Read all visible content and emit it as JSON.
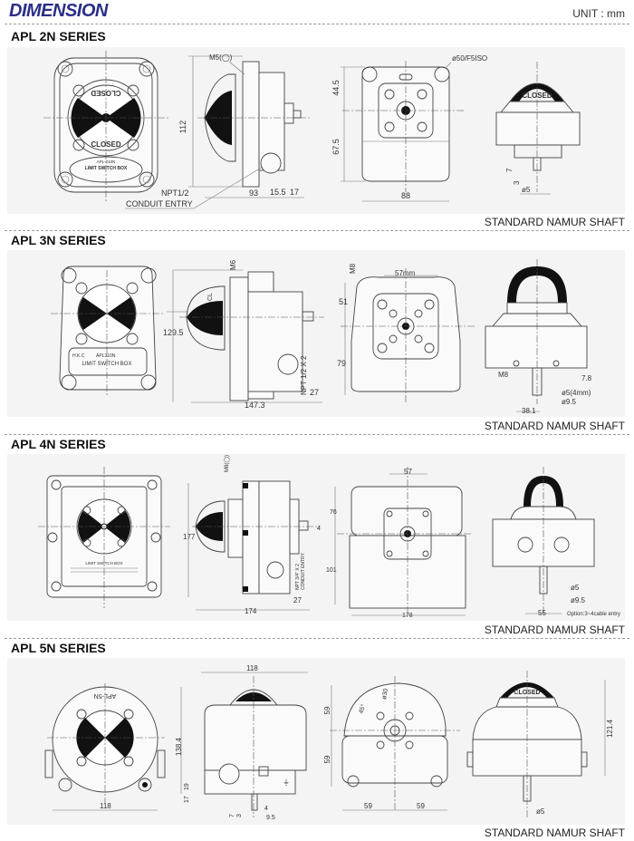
{
  "header": {
    "title": "DIMENSION",
    "unit": "UNIT : mm"
  },
  "sections": [
    {
      "id": "apl-2n",
      "title": "APL 2N SERIES",
      "footer": "STANDARD NAMUR SHAFT",
      "labels": {
        "m5": "M5(◯)",
        "h112": "112",
        "npt": "NPT1/2",
        "conduit": "CONDUIT ENTRY",
        "w93": "93",
        "w155": "15.5",
        "w17": "17",
        "iso": "ø50/F5ISO",
        "h445": "44.5",
        "h675": "67.5",
        "w88": "88",
        "closed": "CLOSED",
        "d7": "7",
        "d3": "3",
        "phi5": "ø5",
        "plate_model": "APL-210N",
        "plate_title": "LIMIT SWITCH BOX"
      }
    },
    {
      "id": "apl-3n",
      "title": "APL 3N SERIES",
      "footer": "STANDARD NAMUR SHAFT",
      "labels": {
        "m6": "M6",
        "h1295": "129.5",
        "npt": "NPT 1/2 X 2",
        "w27": "27",
        "w1473": "147.3",
        "m8a": "M8",
        "w57": "57mm",
        "h51": "51",
        "h79": "79",
        "m8b": "M8",
        "w78": "7.8",
        "phi5": "ø5(4mm)",
        "phi95": "ø9.5",
        "w381": "38.1",
        "plate_brand": "H.K.C",
        "plate_model": "APL310N",
        "plate_title": "LIMIT SWITCH BOX"
      }
    },
    {
      "id": "apl-4n",
      "title": "APL 4N SERIES",
      "footer": "STANDARD NAMUR SHAFT",
      "labels": {
        "m8": "M8(◯)",
        "h177": "177",
        "d4": "4",
        "npt": "NPT 3/4\" X 2",
        "conduit": "CONDUIT ENTRY",
        "w27": "27",
        "w174": "174",
        "w57": "57",
        "h76": "76",
        "h101": "101",
        "w178": "178",
        "phi5": "ø5",
        "phi95": "ø9.5",
        "w55": "55",
        "option": "Option:3~4cable entry",
        "plate_title": "LIMIT SWITCH BOX"
      }
    },
    {
      "id": "apl-5n",
      "title": "APL 5N SERIES",
      "footer": "STANDARD NAMUR SHAFT",
      "labels": {
        "model": "APL-5N",
        "closed": "CLOSED",
        "w118a": "118",
        "w118b": "118",
        "h1384": "138.4",
        "d19": "19",
        "d17": "17",
        "d7": "7",
        "d3": "3",
        "d4": "4",
        "d95": "9.5",
        "h59a": "59",
        "h59b": "59",
        "w59a": "59",
        "w59b": "59",
        "ang45": "45°",
        "phi30": "ø30",
        "h1214": "121.4",
        "phi5": "ø5"
      }
    }
  ]
}
